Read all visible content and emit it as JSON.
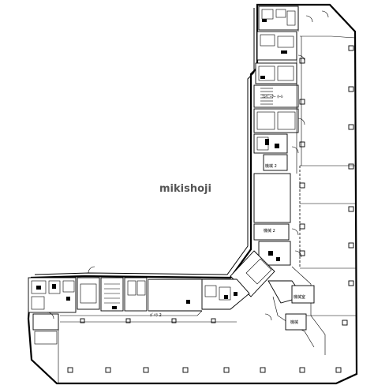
{
  "watermark": "mikishoji",
  "labels": {
    "elevator_hall_top": "ｴﾚﾍﾞｰﾀｰ ﾎｰﾙ",
    "room_2_upper": "機械 2",
    "room_2_lower": "機械 2",
    "sign_bottom": "ﾎﾞｲﾗ 2",
    "room_right_lower": "機械室",
    "room_right_bottom": "機械"
  }
}
